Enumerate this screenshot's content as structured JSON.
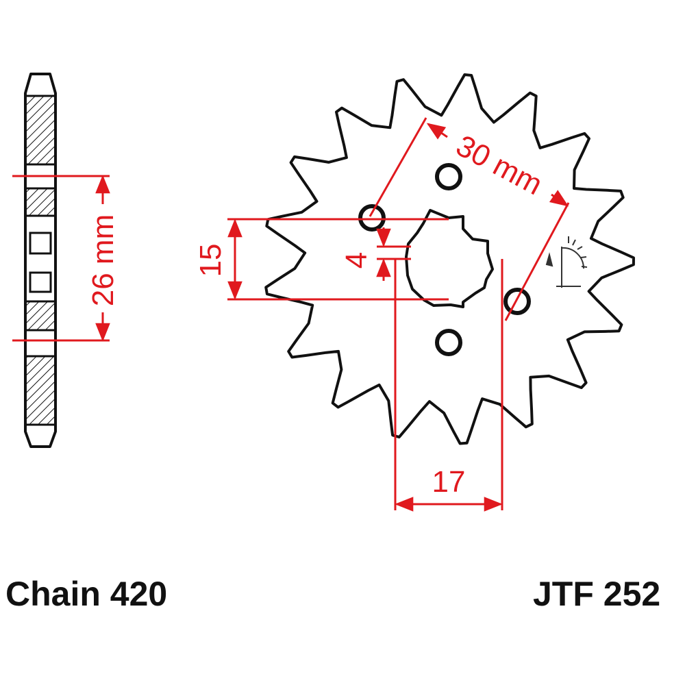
{
  "labels": {
    "chain": "Chain 420",
    "part_number": "JTF 252"
  },
  "dimensions": {
    "thickness": "26 mm",
    "bolt_spacing": "30 mm",
    "bolt_hole": "4",
    "spline_inner": "15",
    "spline_outer": "17"
  },
  "colors": {
    "outline": "#111111",
    "dimension": "#e0191e",
    "background": "#ffffff"
  },
  "icons": [
    "sprocket-side-view",
    "sprocket-front-view",
    "rotation-direction-icon"
  ]
}
